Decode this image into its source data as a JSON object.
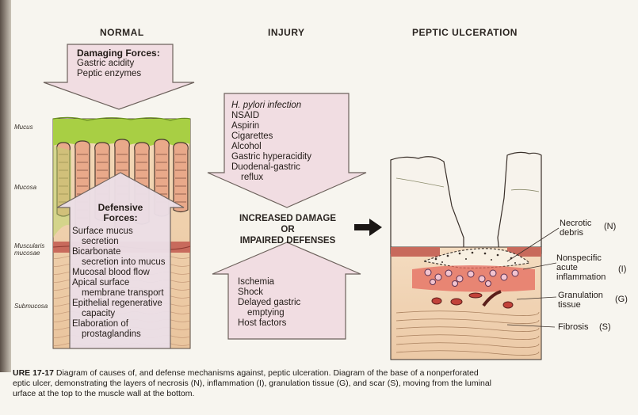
{
  "titles": {
    "normal": "NORMAL",
    "injury": "INJURY",
    "ulceration": "PEPTIC ULCERATION"
  },
  "layers": {
    "mucus": "Mucus",
    "mucosa": "Mucosa",
    "muscularis_line1": "Muscularis",
    "muscularis_line2": "mucosae",
    "submucosa": "Submucosa"
  },
  "damaging": {
    "heading": "Damaging Forces:",
    "items": [
      "Gastric acidity",
      "Peptic enzymes"
    ]
  },
  "defensive": {
    "heading_line1": "Defensive",
    "heading_line2": "Forces:",
    "items": [
      "Surface mucus",
      "secretion",
      "Bicarbonate",
      "secretion into mucus",
      "Mucosal blood flow",
      "Apical surface",
      "membrane transport",
      "Epithelial regenerative",
      "capacity",
      "Elaboration of",
      "prostaglandins"
    ]
  },
  "injury_down": {
    "items": [
      "H. pylori infection",
      "NSAID",
      "Aspirin",
      "Cigarettes",
      "Alcohol",
      "Gastric hyperacidity",
      "Duodenal-gastric",
      "reflux"
    ]
  },
  "center": {
    "line1": "INCREASED DAMAGE",
    "line2": "OR",
    "line3": "IMPAIRED DEFENSES"
  },
  "injury_up": {
    "items": [
      "Ischemia",
      "Shock",
      "Delayed gastric",
      "emptying",
      "Host factors"
    ]
  },
  "callouts": {
    "necrotic_1": "Necrotic",
    "necrotic_2": "debris",
    "necrotic_code": "(N)",
    "inflam_1": "Nonspecific",
    "inflam_2": "acute",
    "inflam_3": "inflammation",
    "inflam_code": "(I)",
    "gran_1": "Granulation",
    "gran_2": "tissue",
    "gran_code": "(G)",
    "fibrosis": "Fibrosis",
    "fibrosis_code": "(S)"
  },
  "caption": {
    "label": "URE 17-17",
    "line1": " Diagram of causes of, and defense mechanisms against, peptic ulceration. Diagram of the base of a nonperforated",
    "line2": "eptic ulcer, demonstrating the layers of necrosis (N), inflammation (I), granulation tissue (G), and scar (S), moving from the luminal",
    "line3": "urface at the top to the muscle wall at the bottom."
  },
  "colors": {
    "arrow_fill": "#f1dde2",
    "arrow_stroke": "#6d625c",
    "mucus_green": "#a7cf42",
    "tissue_peach": "#eec7a1",
    "submucosa_tan": "#f2d7b3",
    "muscularis_red": "#c8665a",
    "inflammation_red": "#d24c4c"
  }
}
